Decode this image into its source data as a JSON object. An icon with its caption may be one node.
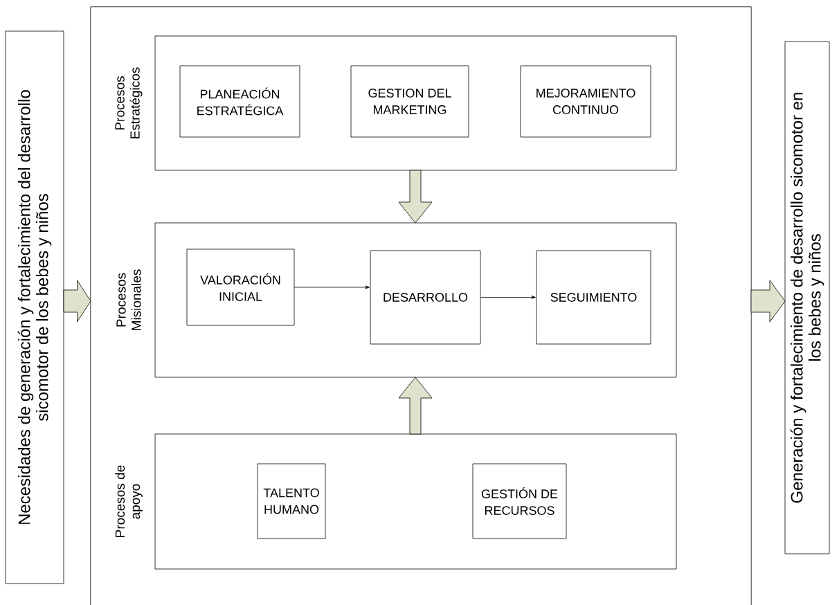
{
  "diagram": {
    "nodes": [
      {
        "text": [
          "Necesidades de generación y fortalecimiento del desarrollo sicomotor de los bebes y niños"
        ]
      },
      {
        "text": [],
        "shape": "box"
      },
      {
        "text": [
          "Procesos Estratégicos"
        ],
        "in": 1
      },
      {
        "text": [
          "PLANEACIÓN ESTRATÉGICA"
        ],
        "in": 2
      },
      {
        "text": [
          "GESTION DEL MARKETING"
        ],
        "in": 2
      },
      {
        "text": [
          "MEJORAMIENTO CONTINUO"
        ],
        "in": 2
      },
      {
        "text": [
          "Procesos Misionales"
        ],
        "in": 1
      },
      {
        "text": [
          "VALORACIÓN INICIAL"
        ],
        "in": 6
      },
      {
        "text": [
          "DESARROLLO"
        ],
        "in": 6
      },
      {
        "text": [
          "SEGUIMIENTO"
        ],
        "in": 6
      },
      {
        "text": [
          "Procesos de apoyo"
        ],
        "in": 1
      },
      {
        "text": [
          "TALENTO HUMANO"
        ],
        "in": 10
      },
      {
        "text": [
          "GESTIÓN DE RECURSOS"
        ],
        "in": 10
      },
      {
        "text": [
          "Generación y fortalecimiento de desarrollo sicomotor en los bebes y niños"
        ]
      }
    ],
    "edges": [
      {
        "from": 0,
        "to": 1,
        "arrow": "to",
        "style": "thick"
      },
      {
        "from": 2,
        "to": 6,
        "arrow": "to",
        "style": "thick"
      },
      {
        "from": 7,
        "to": 8,
        "arrow": "to"
      },
      {
        "from": 8,
        "to": 9,
        "arrow": "to"
      },
      {
        "from": 10,
        "to": 6,
        "arrow": "to",
        "style": "thick"
      },
      {
        "from": 1,
        "to": 13,
        "arrow": "to",
        "style": "thick"
      }
    ]
  }
}
